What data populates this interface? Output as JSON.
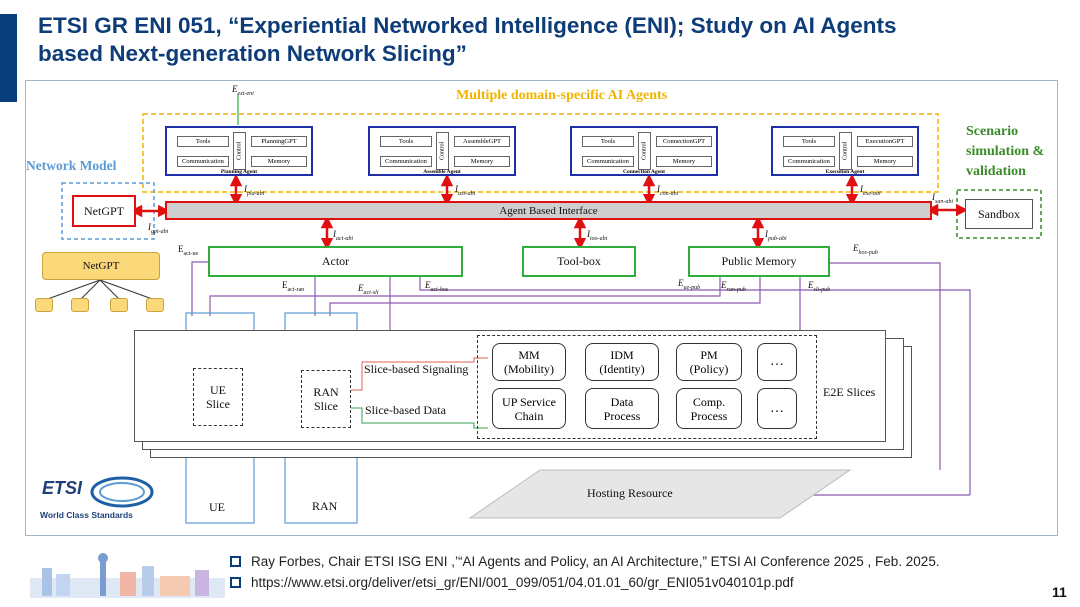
{
  "slide": {
    "title_line1": "ETSI GR ENI 051, “Experiential Networked Intelligence (ENI); Study on AI Agents",
    "title_line2": "based Next-generation Network Slicing”",
    "page_number": "11",
    "references": [
      "Ray Forbes, Chair ETSI ISG ENI ,’“AI Agents and Policy, an AI Architecture,” ETSI AI Conference 2025 , Feb. 2025.",
      "https://www.etsi.org/deliver/etsi_gr/ENI/001_099/051/04.01.01_60/gr_ENI051v040101p.pdf"
    ],
    "logo_text": "ETSI",
    "logo_tagline": "World Class Standards"
  },
  "diagram": {
    "e_ext_eni": "E",
    "e_ext_eni_sub": "ext-eni",
    "agents_group_label": "Multiple domain-specific AI Agents",
    "scenario_label": [
      "Scenario",
      "simulation &",
      "validation"
    ],
    "network_model_label": "Network Model",
    "agents": [
      {
        "tools": "Tools",
        "gpt": "PlanningGPT",
        "comm": "Communication",
        "memory": "Memory",
        "control": "Control",
        "name": "Planning Agent",
        "iface": "I",
        "iface_sub": "pla-abi"
      },
      {
        "tools": "Tools",
        "gpt": "AssembleGPT",
        "comm": "Communication",
        "memory": "Memory",
        "control": "Control",
        "name": "Assemble Agent",
        "iface": "I",
        "iface_sub": "ass-abi"
      },
      {
        "tools": "Tools",
        "gpt": "ConnectionGPT",
        "comm": "Communication",
        "memory": "Memory",
        "control": "Control",
        "name": "Connection Agent",
        "iface": "I",
        "iface_sub": "con-abi"
      },
      {
        "tools": "Tools",
        "gpt": "ExecutionGPT",
        "comm": "Communication",
        "memory": "Memory",
        "control": "Control",
        "name": "Execution Agent",
        "iface": "I",
        "iface_sub": "exe-abi"
      }
    ],
    "agent_interface": "Agent Based Interface",
    "netgpt_box": "NetGPT",
    "netgpt_tree": "NetGPT",
    "i_gpt_abi": "I",
    "i_gpt_abi_sub": "gpt-abi",
    "i_san_abi": "I",
    "i_san_abi_sub": "san-abi",
    "sandbox": "Sandbox",
    "actor": "Actor",
    "toolbox": "Tool-box",
    "public_memory": "Public Memory",
    "i_act_abi": "I",
    "i_act_abi_sub": "act-abi",
    "i_too_abi": "I",
    "i_too_abi_sub": "too-abi",
    "i_pub_abi": "I",
    "i_pub_abi_sub": "pub-abi",
    "e_act_ue": "E",
    "e_act_ue_sub": "act-ue",
    "e_act_ran": "E",
    "e_act_ran_sub": "act-ran",
    "e_act_sli": "E",
    "e_act_sli_sub": "act-sli",
    "e_act_hos": "E",
    "e_act_hos_sub": "act-hos",
    "e_ue_pub": "E",
    "e_ue_pub_sub": "ue-pub",
    "e_ran_pub": "E",
    "e_ran_pub_sub": "ran-pub",
    "e_sli_pub": "E",
    "e_sli_pub_sub": "sli-pub",
    "e_hos_pub": "E",
    "e_hos_pub_sub": "hos-pub",
    "ue_slice": [
      "UE",
      "Slice"
    ],
    "ran_slice": [
      "RAN",
      "Slice"
    ],
    "slice_signaling": "Slice-based Signaling",
    "slice_data": "Slice-based Data",
    "functions": [
      [
        "MM",
        "(Mobility)"
      ],
      [
        "IDM",
        "(Identity)"
      ],
      [
        "PM",
        "(Policy)"
      ],
      [
        "…"
      ],
      [
        "UP Service",
        "Chain"
      ],
      [
        "Data",
        "Process"
      ],
      [
        "Comp.",
        "Process"
      ],
      [
        "…"
      ]
    ],
    "e2e_slices": "E2E Slices",
    "ue": "UE",
    "ran": "RAN",
    "hosting_resource": "Hosting Resource"
  }
}
